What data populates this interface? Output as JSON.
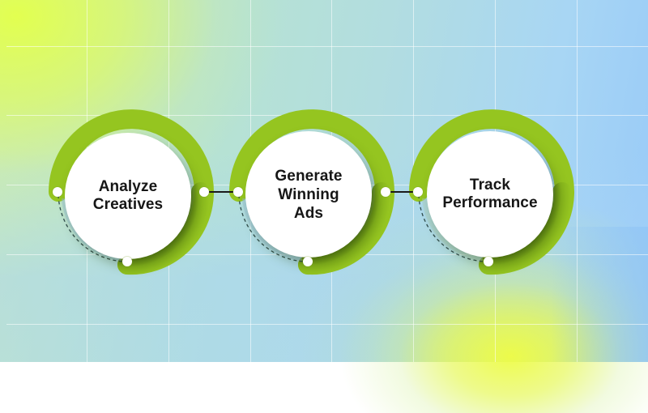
{
  "diagram": {
    "type": "process-flow",
    "steps": [
      {
        "label_lines": [
          "Analyze",
          "Creatives"
        ],
        "label": "Analyze Creatives"
      },
      {
        "label_lines": [
          "Generate",
          "Winning",
          "Ads"
        ],
        "label": "Generate Winning Ads"
      },
      {
        "label_lines": [
          "Track",
          "Performance"
        ],
        "label": "Track Performance"
      }
    ],
    "connectors": [
      {
        "from": "Analyze Creatives",
        "to": "Generate Winning Ads"
      },
      {
        "from": "Generate Winning Ads",
        "to": "Track Performance"
      }
    ],
    "colors": {
      "ring_green": "#95c520",
      "ring_shadow": "#5e8412",
      "node_fill": "#ffffff",
      "text": "#161616",
      "connector": "#1a1a1a",
      "background_yellow": "#e2fe50",
      "background_blue": "#97c9f8"
    }
  }
}
